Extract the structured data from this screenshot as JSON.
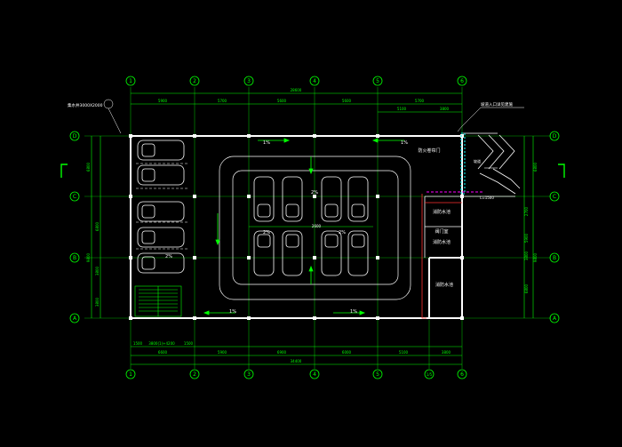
{
  "colors": {
    "background": "#000000",
    "wall": "#ffffff",
    "dimension": "#00ff00",
    "axis": "#00ff00",
    "annotation": "#ffff00",
    "pipe": "#ff3030",
    "ramp": "#00ffff",
    "entry": "#ff00ff"
  },
  "axes": {
    "columns": [
      "1",
      "2",
      "3",
      "4",
      "5",
      "6"
    ],
    "rows": [
      "D",
      "C",
      "B",
      "A"
    ],
    "extra_column_bottom": "1/5"
  },
  "dimensions": {
    "top_row1": [
      "5900",
      "5700",
      "5600",
      "5600",
      "5700"
    ],
    "top_total": "28600",
    "top_row2": [
      "5100",
      "3800"
    ],
    "bottom_row1": [
      "1500",
      "3800(1)+4200",
      "1500"
    ],
    "bottom_row2": [
      "6600",
      "5900",
      "6900",
      "6000",
      "5100",
      "3800"
    ],
    "bottom_total": "34400",
    "left_outer": [
      "6800",
      "9800"
    ],
    "left_inner": [
      "3800",
      "6800",
      "3800"
    ],
    "right_outer": [
      "6800",
      "9800"
    ],
    "right_inner": [
      "2700",
      "5900",
      "3800",
      "6800"
    ]
  },
  "labels": {
    "slope_top_left": "1%",
    "slope_top_right": "1%",
    "slope_left": "2%",
    "slope_inner_1": "2%",
    "slope_inner_2": "2%",
    "slope_inner_3": "2%",
    "slope_bottom_left": "1%",
    "slope_bottom_right": "1%",
    "slope_center": "2600",
    "room_fire_door": "防火卷帘门",
    "room_pump": "消防水池",
    "room_valve": "阀门室",
    "room_water": "消防水池",
    "note_top_left": "集水井3000X2000",
    "note_top_right": "坡道入口详见建施",
    "note_ramp": "坡道",
    "entry_note": "L=1500"
  }
}
